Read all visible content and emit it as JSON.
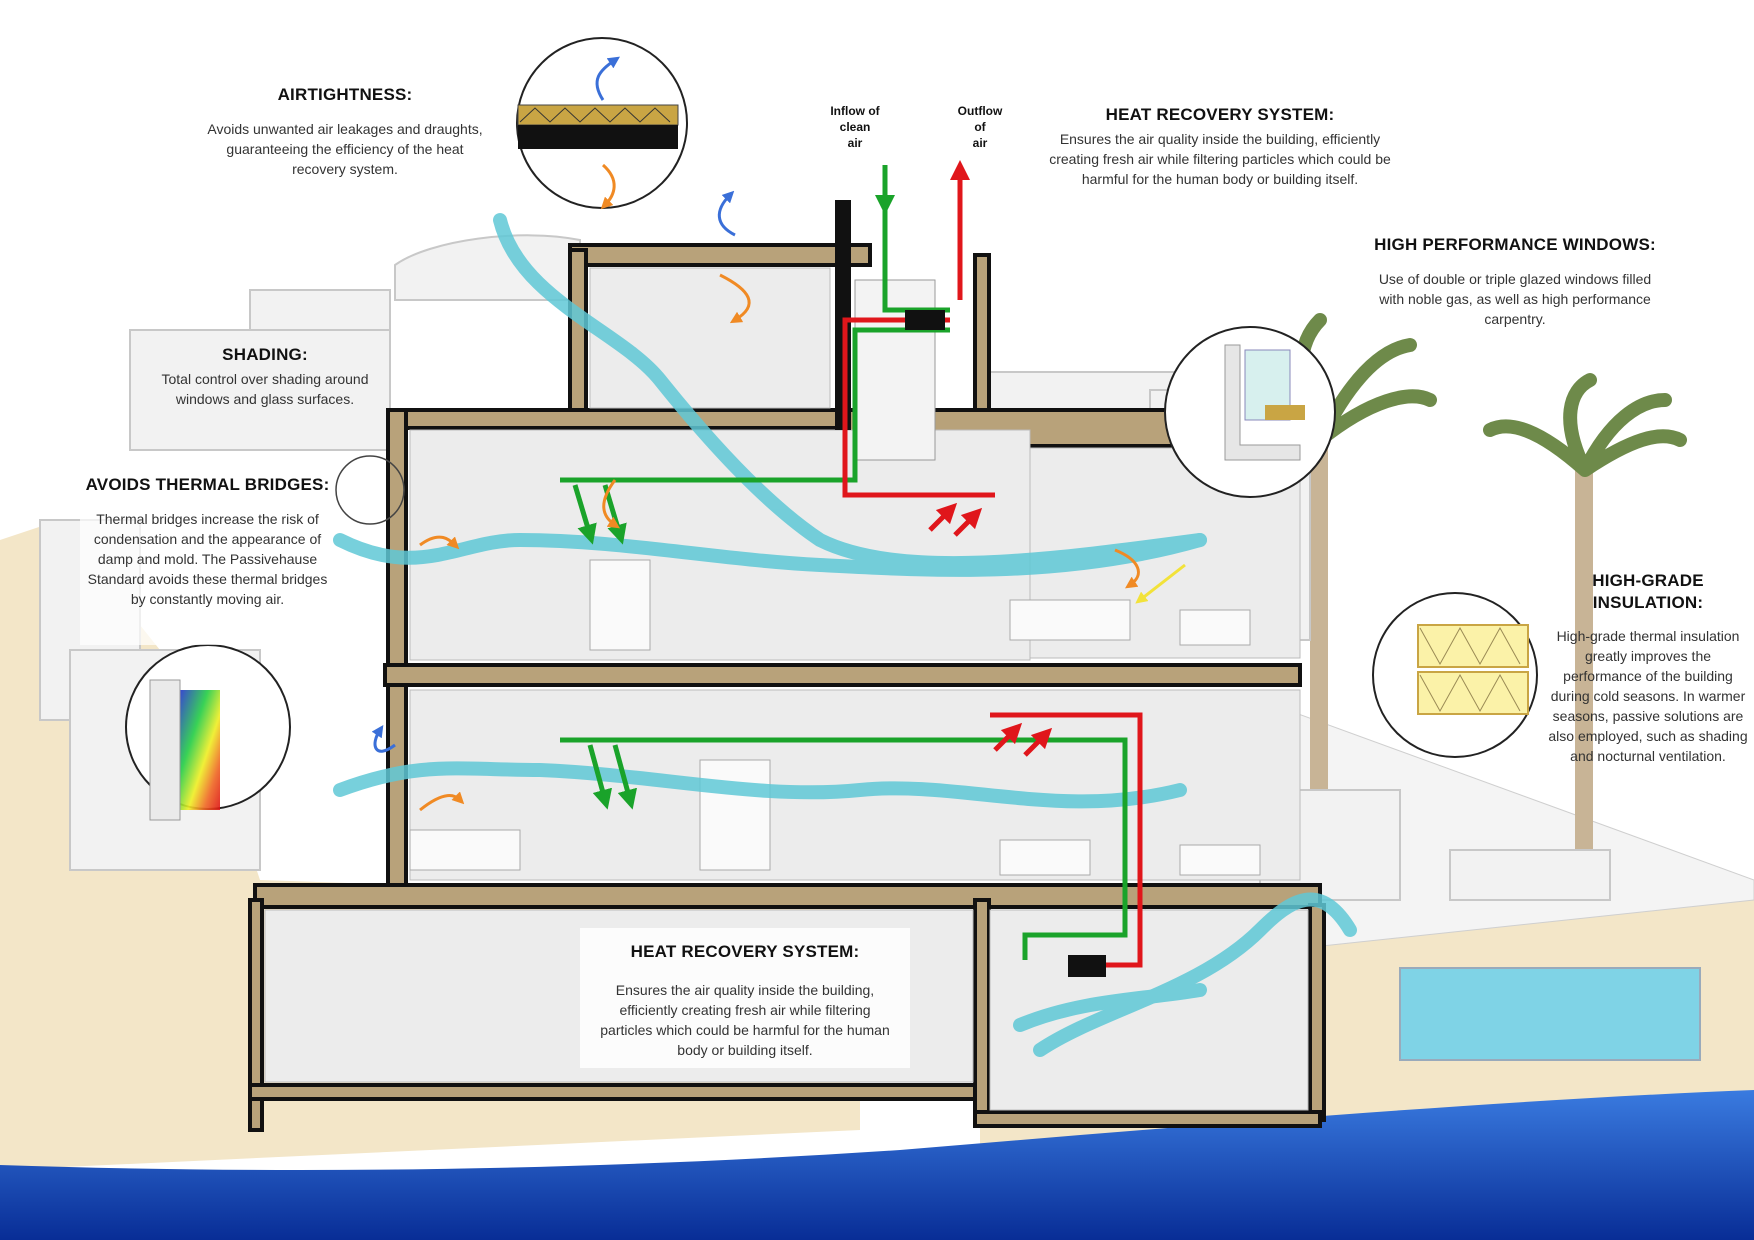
{
  "labels": {
    "airtightness": {
      "title": "AIRTIGHTNESS:",
      "body": "Avoids unwanted air leakages and draughts, guaranteeing the efficiency of the heat recovery system."
    },
    "shading": {
      "title": "SHADING:",
      "body": "Total control over shading around windows and glass surfaces."
    },
    "thermal_bridges": {
      "title": "AVOIDS THERMAL BRIDGES:",
      "body": "Thermal bridges increase the risk of condensation and the appearance of damp and mold. The Passivehause Standard avoids these thermal bridges by constantly moving air."
    },
    "heat_recovery_top": {
      "title": "HEAT RECOVERY SYSTEM:",
      "body": "Ensures the air quality inside the building, efficiently creating fresh air while filtering particles which could be harmful for the human body or building itself."
    },
    "windows": {
      "title": "HIGH PERFORMANCE WINDOWS:",
      "body": "Use of double or triple glazed windows filled with noble gas, as well as high performance carpentry."
    },
    "insulation": {
      "title_line1": "HIGH-GRADE",
      "title_line2": "INSULATION:",
      "body": "High-grade thermal insulation greatly improves the performance of the building during cold seasons. In warmer seasons, passive solutions are also employed, such as shading and nocturnal ventilation."
    },
    "heat_recovery_bottom": {
      "title": "HEAT RECOVERY SYSTEM:",
      "body": "Ensures the air quality inside the building, efficiently creating fresh air while filtering particles which could be harmful for the human body or building itself."
    },
    "inflow": {
      "l1": "Inflow of",
      "l2": "clean",
      "l3": "air"
    },
    "outflow": {
      "l1": "Outflow",
      "l2": "of",
      "l3": "air"
    }
  },
  "colors": {
    "inflow_duct": "#1aa32a",
    "outflow_duct": "#e0161b",
    "airflow_stream": "#5fc8d6",
    "warm_arrow": "#f08a24",
    "cool_arrow": "#3a6fd8",
    "sun_ray": "#f2e23a",
    "wall_fill": "#b8a27a",
    "ground": "#f3e6c8",
    "sea": "#0c40b8",
    "pool": "#7fd3e6"
  },
  "icons": [
    "palm-tree-icon",
    "window-profile-icon",
    "insulation-layers-icon",
    "roof-layers-icon",
    "thermal-map-icon"
  ]
}
